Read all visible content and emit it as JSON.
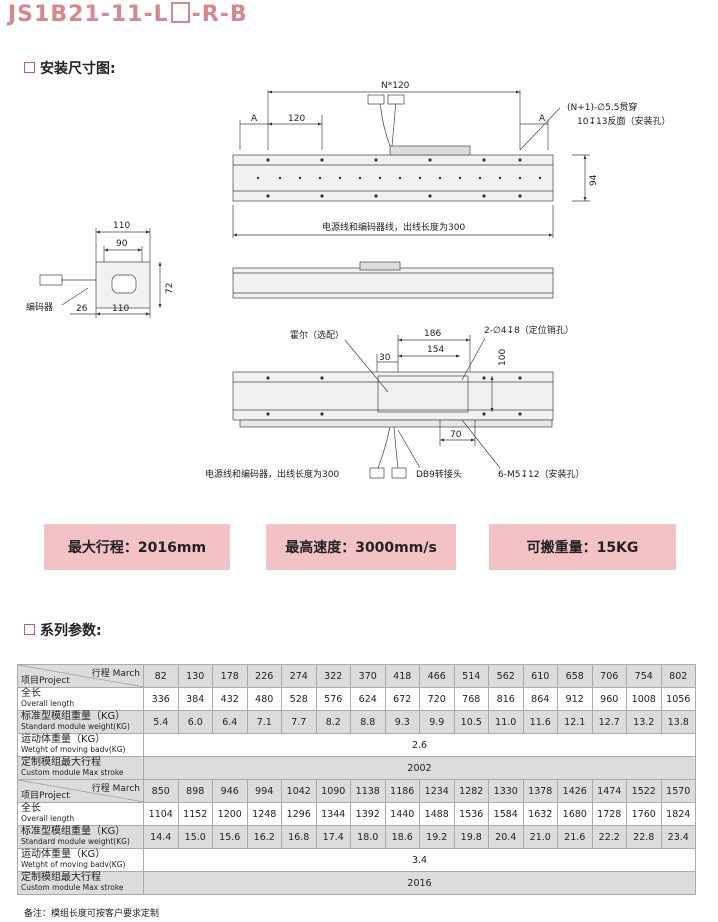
{
  "title": {
    "prefix": "JS1B21-11-L",
    "suffix": "-R-B"
  },
  "section_install": "安装尺寸图:",
  "section_params": "系列参数:",
  "drawing_labels": {
    "n120": "N*120",
    "a_left": "A",
    "a_right": "A",
    "dim120": "120",
    "holes_through": "(N+1)-∅5.5贯穿",
    "holes_counter": "10↧13反面（安装孔）",
    "dim94": "94",
    "cable_top": "电源线和编码器线，出线长度为300",
    "dim110_top": "110",
    "dim90": "90",
    "dim72": "72",
    "encoder": "编码器",
    "dim26": "26",
    "dim110_bottom": "110",
    "hall": "霍尔（选配）",
    "dim186": "186",
    "pins": "2-∅4↧8（定位销孔）",
    "dim30": "30",
    "dim154": "154",
    "dim100": "100",
    "dim70": "70",
    "cable_bottom": "电源线和编码器，出线长度为300",
    "db9": "DB9转接头",
    "m5": "6-M5↧12（安装孔）"
  },
  "specs": [
    {
      "label": "最大行程：2016mm"
    },
    {
      "label": "最高速度：3000mm/s"
    },
    {
      "label": "可搬重量：15KG"
    }
  ],
  "table": {
    "corner_top": "行程 March",
    "corner_bottom": "项目Project",
    "row_labels": {
      "overall_cn": "全长",
      "overall_en": "Overall length",
      "weight_cn": "标准型模组重量（KG）",
      "weight_en": "Standard module weight(KG)",
      "moving_cn": "运动体重量（KG）",
      "moving_en": "Wetght of moving badv(KG)",
      "custom_cn": "定制模组最大行程",
      "custom_en": "Custom module Max stroke"
    },
    "block1": {
      "strokes": [
        "82",
        "130",
        "178",
        "226",
        "274",
        "322",
        "370",
        "418",
        "466",
        "514",
        "562",
        "610",
        "658",
        "706",
        "754",
        "802"
      ],
      "overall": [
        "336",
        "384",
        "432",
        "480",
        "528",
        "576",
        "624",
        "672",
        "720",
        "768",
        "816",
        "864",
        "912",
        "960",
        "1008",
        "1056"
      ],
      "weight": [
        "5.4",
        "6.0",
        "6.4",
        "7.1",
        "7.7",
        "8.2",
        "8.8",
        "9.3",
        "9.9",
        "10.5",
        "11.0",
        "11.6",
        "12.1",
        "12.7",
        "13.2",
        "13.8"
      ],
      "moving": "2.6",
      "custom": "2002"
    },
    "block2": {
      "strokes": [
        "850",
        "898",
        "946",
        "994",
        "1042",
        "1090",
        "1138",
        "1186",
        "1234",
        "1282",
        "1330",
        "1378",
        "1426",
        "1474",
        "1522",
        "1570"
      ],
      "overall": [
        "1104",
        "1152",
        "1200",
        "1248",
        "1296",
        "1344",
        "1392",
        "1440",
        "1488",
        "1536",
        "1584",
        "1632",
        "1680",
        "1728",
        "1760",
        "1824"
      ],
      "weight": [
        "14.4",
        "15.0",
        "15.6",
        "16.2",
        "16.8",
        "17.4",
        "18.0",
        "18.6",
        "19.2",
        "19.8",
        "20.4",
        "21.0",
        "21.6",
        "22.2",
        "22.8",
        "23.4"
      ],
      "moving": "3.4",
      "custom": "2016"
    }
  },
  "note": "备注：模组长度可按客户要求定制"
}
